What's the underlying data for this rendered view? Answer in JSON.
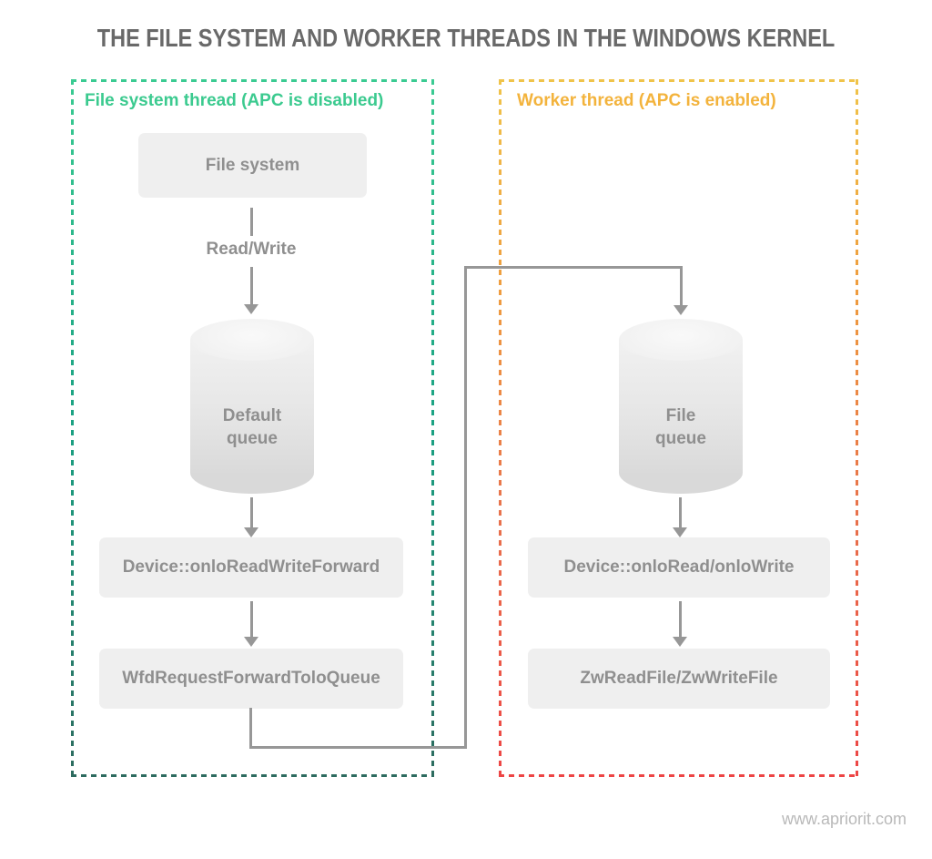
{
  "title": "THE FILE SYSTEM AND WORKER THREADS IN THE WINDOWS KERNEL",
  "watermark": "www.apriorit.com",
  "panels": {
    "left": {
      "label": "File system thread (APC is disabled)",
      "nodes": {
        "file_system": "File system",
        "read_write": "Read/Write",
        "queue_line1": "Default",
        "queue_line2": "queue",
        "device": "Device::onloReadWriteForward",
        "forward": "WfdRequestForwardToloQueue"
      }
    },
    "right": {
      "label": "Worker thread (APC is enabled)",
      "nodes": {
        "queue_line1": "File",
        "queue_line2": "queue",
        "device": "Device::onloRead/onloWrite",
        "zw": "ZwReadFile/ZwWriteFile"
      }
    }
  },
  "colors": {
    "left_panel_border_top": "#3acb92",
    "left_panel_border_bottom": "#2d6b5f",
    "left_panel_label": "#3bca8f",
    "right_panel_border_top": "#f0c44a",
    "right_panel_border_bottom": "#ed4545",
    "right_panel_label": "#f3b33c",
    "node_background": "#efefef",
    "node_text": "#8f8f8f",
    "connector": "#979797",
    "title_text": "#696969",
    "watermark_text": "#b9b9b9"
  }
}
